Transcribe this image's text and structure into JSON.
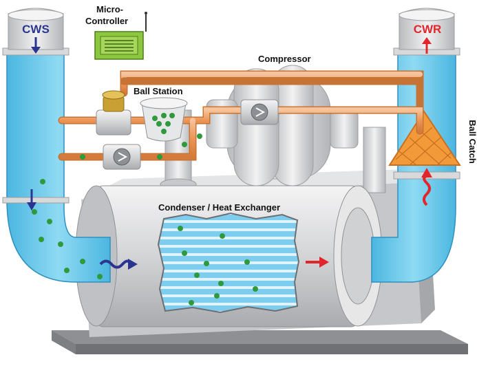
{
  "labels": {
    "cws": "CWS",
    "cwr": "CWR",
    "micro_line1": "Micro-",
    "micro_line2": "Controller",
    "compressor": "Compressor",
    "ball_station": "Ball Station",
    "condenser": "Condenser / Heat Exchanger",
    "ball_catch": "Ball Catch"
  },
  "colors": {
    "water": "#6cc9ea",
    "water_dark": "#3aa8d4",
    "pipe_copper": "#f0a062",
    "ball_green": "#2e9a3c",
    "controller": "#8dc63f",
    "flow_arrow": "#2a3590",
    "hot_arrow": "#e0262b",
    "metal": "#d9dadc"
  }
}
